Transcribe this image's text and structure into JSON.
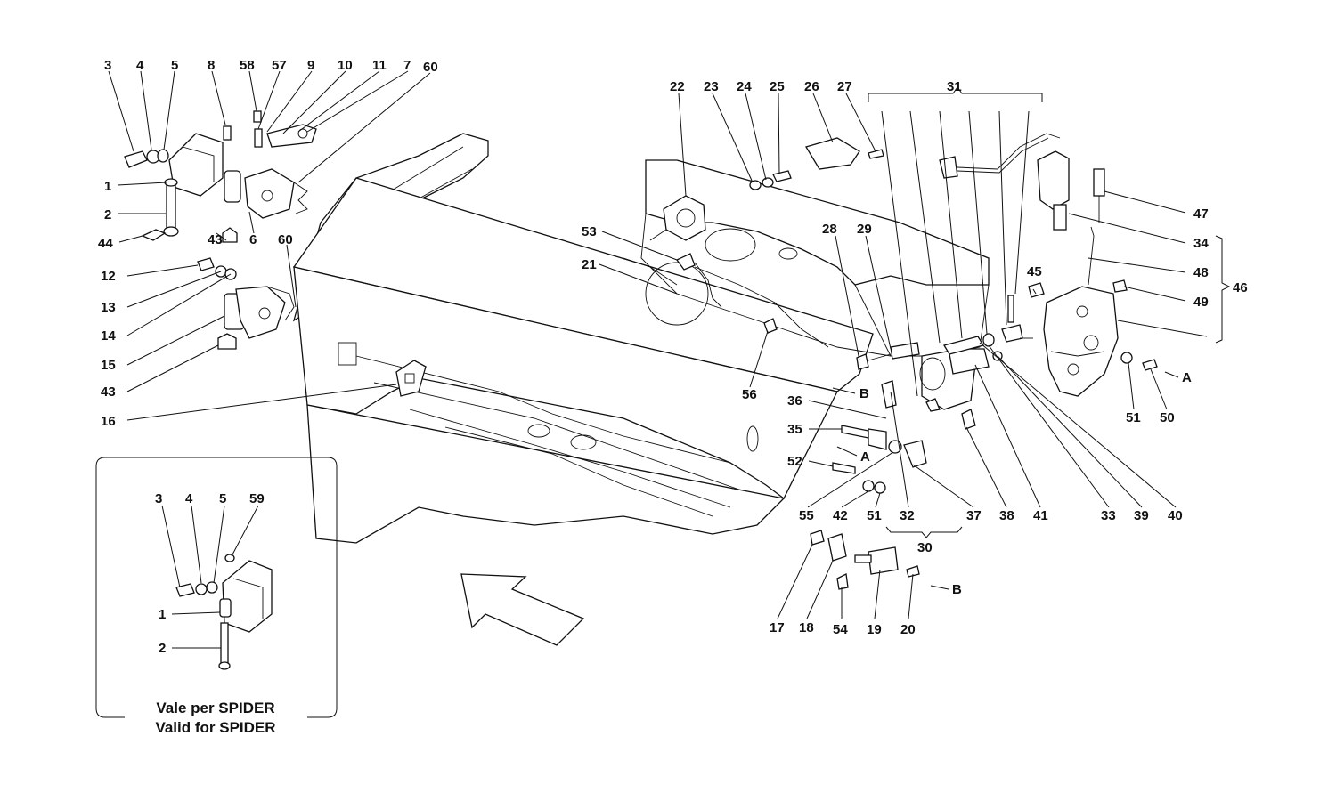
{
  "labels": {
    "l3": "3",
    "l4": "4",
    "l5": "5",
    "l8": "8",
    "l58": "58",
    "l57": "57",
    "l9": "9",
    "l10": "10",
    "l11": "11",
    "l7": "7",
    "l60a": "60",
    "l1": "1",
    "l2": "2",
    "l44": "44",
    "l43a": "43",
    "l6": "6",
    "l60b": "60",
    "l12": "12",
    "l13": "13",
    "l14": "14",
    "l15": "15",
    "l43b": "43",
    "l16": "16",
    "l22": "22",
    "l23": "23",
    "l24": "24",
    "l25": "25",
    "l26": "26",
    "l27": "27",
    "l31": "31",
    "l47": "47",
    "l34": "34",
    "l48": "48",
    "l46": "46",
    "l49": "49",
    "l45": "45",
    "l53": "53",
    "l21": "21",
    "l28": "28",
    "l29": "29",
    "l56": "56",
    "l36": "36",
    "l35": "35",
    "l52": "52",
    "l55": "55",
    "l42": "42",
    "l51a": "51",
    "l32": "32",
    "l37": "37",
    "l38": "38",
    "l41": "41",
    "l33": "33",
    "l39": "39",
    "l40": "40",
    "l30": "30",
    "l51b": "51",
    "l50": "50",
    "l17": "17",
    "l18": "18",
    "l54": "54",
    "l19": "19",
    "l20": "20",
    "i3": "3",
    "i4": "4",
    "i5": "5",
    "i59": "59",
    "i1": "1",
    "i2": "2"
  },
  "refs": {
    "a1": "A",
    "a2": "A",
    "b1": "B",
    "b2": "B"
  },
  "inset": {
    "caption_it": "Vale per SPIDER",
    "caption_en": "Valid for SPIDER"
  }
}
